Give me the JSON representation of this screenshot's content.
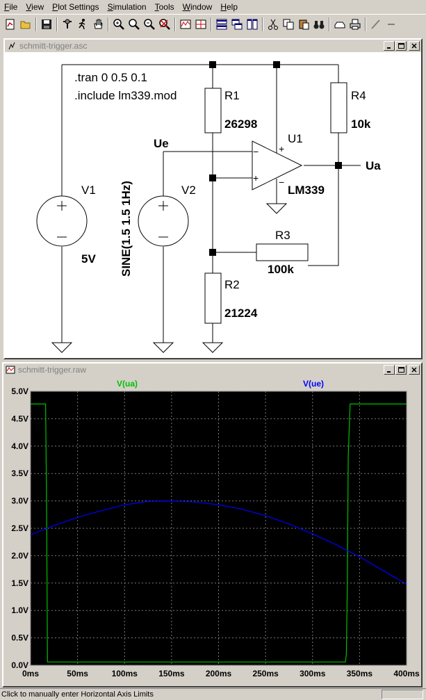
{
  "menu": [
    {
      "label": "File",
      "u": "F",
      "rest": "ile"
    },
    {
      "label": "View",
      "u": "V",
      "rest": "iew"
    },
    {
      "label": "Plot Settings",
      "u": "P",
      "rest": "lot Settings"
    },
    {
      "label": "Simulation",
      "u": "S",
      "rest": "imulation"
    },
    {
      "label": "Tools",
      "u": "T",
      "rest": "ools"
    },
    {
      "label": "Window",
      "u": "W",
      "rest": "indow"
    },
    {
      "label": "Help",
      "u": "H",
      "rest": "elp"
    }
  ],
  "schematic_window": {
    "title": "schmitt-trigger.asc",
    "directives": [
      ".tran 0 0.5 0.1",
      ".include lm339.mod"
    ],
    "components": {
      "r1_name": "R1",
      "r1_value": "26298",
      "r2_name": "R2",
      "r2_value": "21224",
      "r3_name": "R3",
      "r3_value": "100k",
      "r4_name": "R4",
      "r4_value": "10k",
      "u1_name": "U1",
      "u1_value": "LM339",
      "v1_name": "V1",
      "v1_value": "5V",
      "v2_name": "V2",
      "v2_value": "SINE(1.5 1.5 1Hz)"
    },
    "net_labels": {
      "ue": "Ue",
      "ua": "Ua"
    },
    "opamp_signs": {
      "minus": "−",
      "plus": "+",
      "supply_plus": "+",
      "supply_minus": "−"
    }
  },
  "plot_window": {
    "title": "schmitt-trigger.raw",
    "trace_labels": [
      "V(ua)",
      "V(ue)"
    ]
  },
  "status": {
    "text": "Click to manually enter Horizontal Axis Limits"
  },
  "colors": {
    "ua": "#00c000",
    "ue": "#0000ff",
    "plot_bg": "#000000",
    "grid": "#7a7a7a"
  },
  "chart_data": {
    "type": "line",
    "x_unit": "ms",
    "xlim": [
      0,
      400
    ],
    "ylim": [
      0,
      5
    ],
    "xticks": [
      "0ms",
      "50ms",
      "100ms",
      "150ms",
      "200ms",
      "250ms",
      "300ms",
      "350ms",
      "400ms"
    ],
    "yticks": [
      "0.0V",
      "0.5V",
      "1.0V",
      "1.5V",
      "2.0V",
      "2.5V",
      "3.0V",
      "3.5V",
      "4.0V",
      "4.5V",
      "5.0V"
    ],
    "grid": true,
    "series": [
      {
        "name": "V(ua)",
        "x": [
          0,
          16,
          17,
          18,
          335,
          336,
          337,
          338,
          340,
          400
        ],
        "y": [
          4.77,
          4.77,
          3.0,
          0.06,
          0.06,
          0.2,
          1.5,
          3.8,
          4.77,
          4.77
        ]
      },
      {
        "name": "V(ue)",
        "x": [
          0,
          25,
          50,
          75,
          100,
          125,
          150,
          175,
          200,
          225,
          250,
          275,
          300,
          325,
          350,
          375,
          400
        ],
        "y": [
          2.38,
          2.55,
          2.7,
          2.82,
          2.93,
          2.99,
          3.0,
          2.98,
          2.93,
          2.85,
          2.73,
          2.58,
          2.4,
          2.2,
          1.98,
          1.73,
          1.48
        ]
      }
    ]
  }
}
